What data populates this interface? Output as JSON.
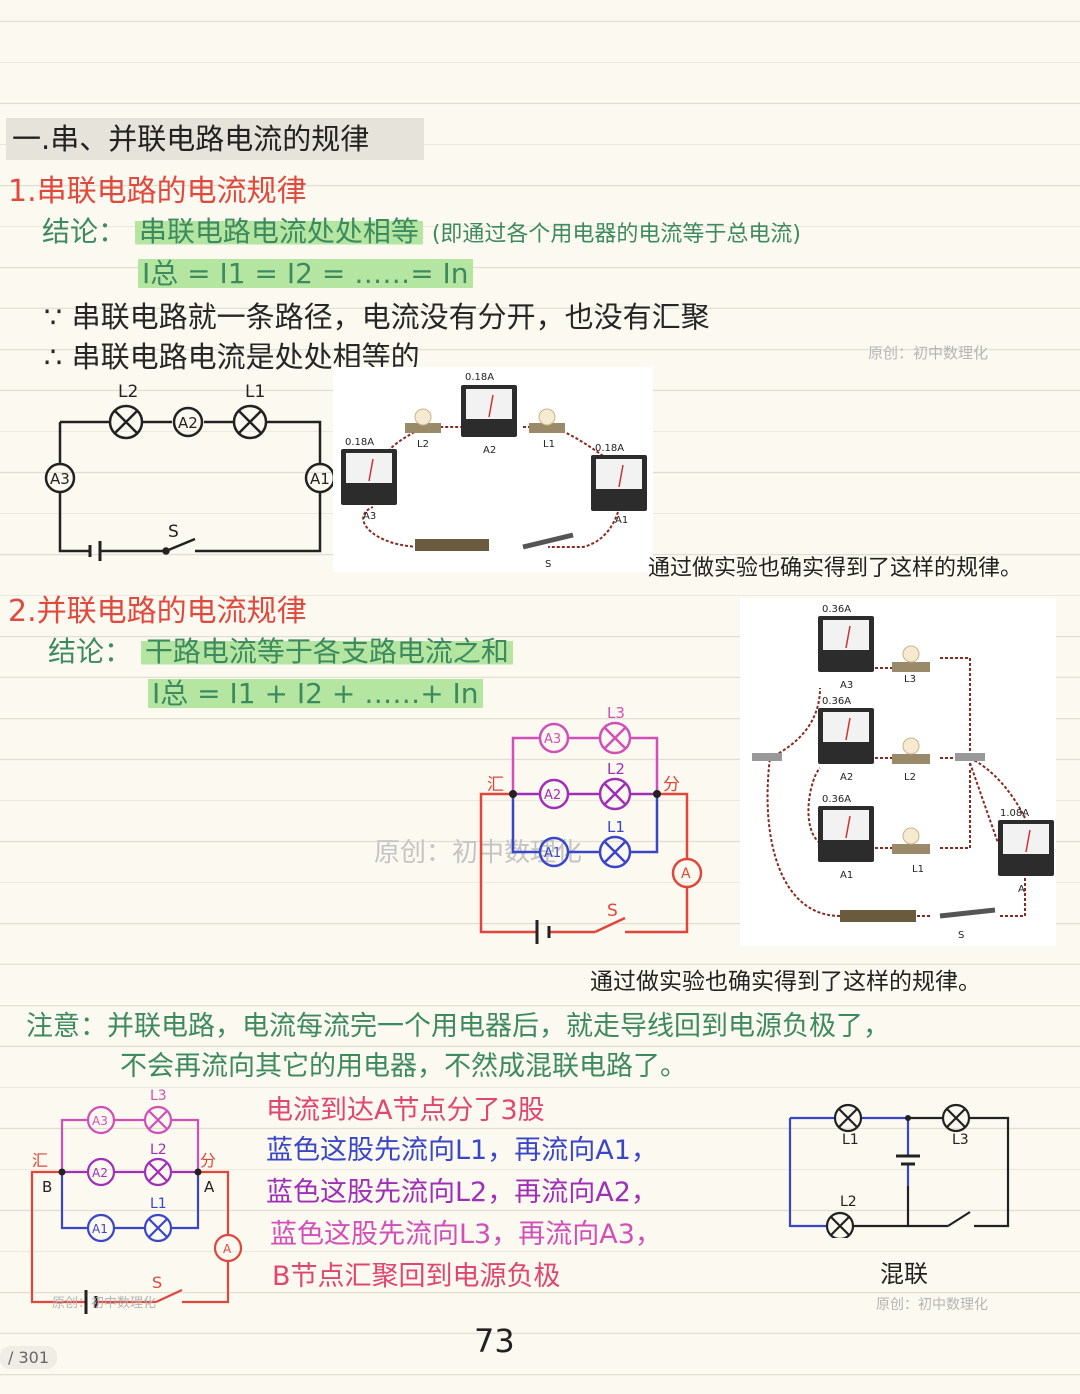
{
  "section_title": "一.串、并联电路电流的规律",
  "part1": {
    "heading": "1.串联电路的电流规律",
    "conclusion_label": "结论：",
    "conclusion": "串联电路电流处处相等",
    "conclusion_note": "(即通过各个用电器的电流等于总电流)",
    "formula": "I总 = I1 = I2 = ……= In",
    "reason_line1": "∵ 串联电路就一条路径，电流没有分开，也没有汇聚",
    "reason_line2": "∴ 串联电路电流是处处相等的",
    "diagram_labels": {
      "l2": "L2",
      "a2": "A2",
      "l1": "L1",
      "a3": "A3",
      "a1": "A1",
      "s": "S"
    },
    "photo_labels": {
      "top_reading": "0.18A",
      "left_reading": "0.18A",
      "right_reading": "0.18A",
      "l2": "L2",
      "a2": "A2",
      "l1": "L1",
      "a3": "A3",
      "a1": "A1",
      "s": "S"
    },
    "experiment_note": "通过做实验也确实得到了这样的规律。"
  },
  "part2": {
    "heading": "2.并联电路的电流规律",
    "conclusion_label": "结论：",
    "conclusion": "干路电流等于各支路电流之和",
    "formula": "I总 = I1 + I2 + ……+ In",
    "diagram_labels": {
      "merge": "汇",
      "split": "分",
      "l3": "L3",
      "l2": "L2",
      "l1": "L1",
      "a3": "A3",
      "a2": "A2",
      "a1": "A1",
      "a": "A",
      "s": "S"
    },
    "photo_labels": {
      "a3_reading": "0.36A",
      "a2_reading": "0.36A",
      "a1_reading": "0.36A",
      "a_reading": "1.08A",
      "a3": "A3",
      "a2": "A2",
      "a1": "A1",
      "a": "A",
      "l3": "L3",
      "l2": "L2",
      "l1": "L1",
      "s": "S"
    },
    "experiment_note": "通过做实验也确实得到了这样的规律。"
  },
  "note": {
    "line1": "注意：并联电路，电流每流完一个用电器后，就走导线回到电源负极了，",
    "line2": "不会再流向其它的用电器，不然成混联电路了。"
  },
  "explanation": {
    "line1": "电流到达A节点分了3股",
    "line2": "蓝色这股先流向L1，再流向A1，",
    "line3": "蓝色这股先流向L2，再流向A2，",
    "line4": "蓝色这股先流向L3，再流向A3，",
    "line5": "B节点汇聚回到电源负极"
  },
  "diagram3_labels": {
    "merge": "汇",
    "split": "分",
    "b": "B",
    "a_node": "A",
    "l3": "L3",
    "l2": "L2",
    "l1": "L1",
    "a3": "A3",
    "a2": "A2",
    "a1": "A1",
    "a": "A",
    "s": "S"
  },
  "mixed": {
    "label": "混联",
    "l1": "L1",
    "l2": "L2",
    "l3": "L3"
  },
  "watermarks": {
    "right1": "原创：初中数理化",
    "center": "原创：初中数理化",
    "bottom_right": "原创：初中数理化",
    "bottom_left": "原创：初中数理化"
  },
  "page_number": "73",
  "page_counter": "/ 301",
  "colors": {
    "red": "#e04a3e",
    "green": "#3d8a5f",
    "highlight": "#b4e6a2",
    "magenta": "#d24fb9",
    "purple": "#a02fb8",
    "blue": "#3a46c8",
    "circuit_red": "#e0463b"
  }
}
